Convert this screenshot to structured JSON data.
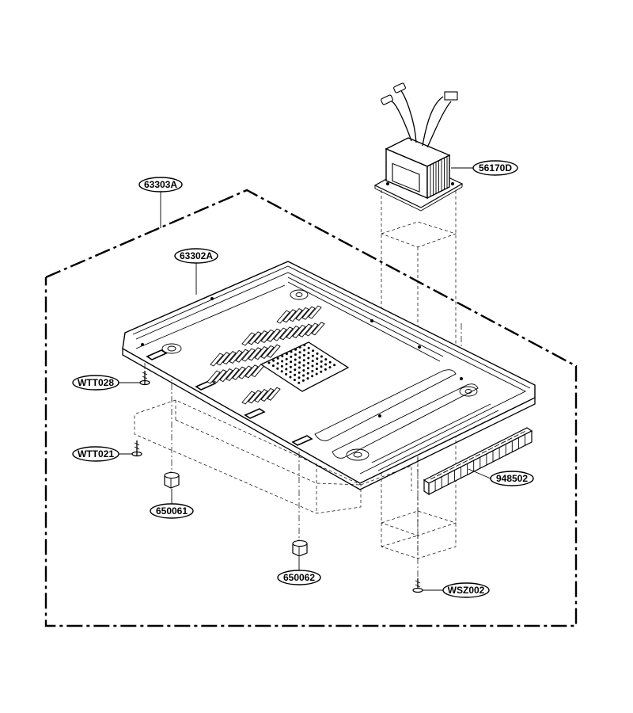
{
  "parts": [
    {
      "id": "p-63303A",
      "label": "63303A",
      "desc": "base-assembly-boundary"
    },
    {
      "id": "p-63302A",
      "label": "63302A",
      "desc": "base-plate"
    },
    {
      "id": "p-56170D",
      "label": "56170D",
      "desc": "transformer"
    },
    {
      "id": "p-948502",
      "label": "948502",
      "desc": "foam-strip"
    },
    {
      "id": "p-WTT028",
      "label": "WTT028",
      "desc": "screw"
    },
    {
      "id": "p-WTT021",
      "label": "WTT021",
      "desc": "screw"
    },
    {
      "id": "p-650061",
      "label": "650061",
      "desc": "foot"
    },
    {
      "id": "p-650062",
      "label": "650062",
      "desc": "foot"
    },
    {
      "id": "p-WSZ002",
      "label": "WSZ002",
      "desc": "screw"
    }
  ]
}
